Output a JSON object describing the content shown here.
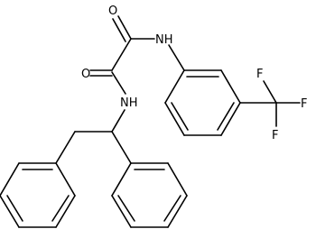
{
  "molecule": {
    "atoms": {
      "o_upper": "O",
      "o_lower": "O",
      "nh_upper": "NH",
      "nh_lower": "NH",
      "f_top": "F",
      "f_right": "F",
      "f_bottom": "F"
    },
    "colors": {
      "bond": "#000000",
      "label": "#000000",
      "background": "#ffffff"
    }
  }
}
